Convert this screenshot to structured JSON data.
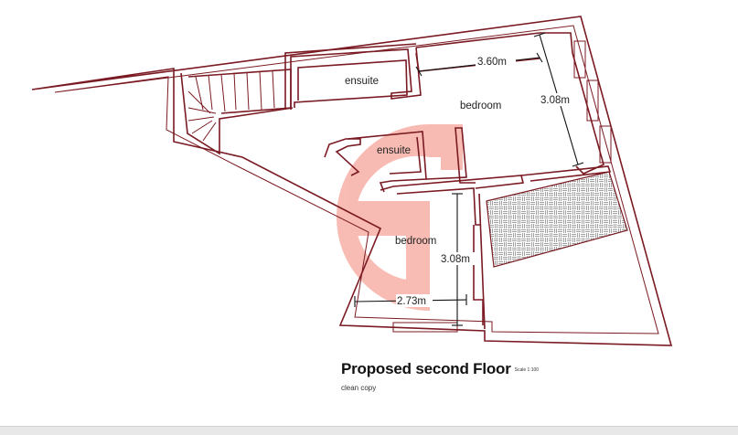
{
  "plan": {
    "rooms": {
      "ensuite_top": "ensuite",
      "ensuite_mid": "ensuite",
      "bedroom_top": "bedroom",
      "bedroom_bottom": "bedroom"
    },
    "dimensions": {
      "top_width": "3.60m",
      "top_height": "3.08m",
      "bottom_height": "3.08m",
      "bottom_width": "2.73m"
    },
    "colors": {
      "wall": "#7a1a22",
      "watermark": "#f5a69e",
      "hatch": "#8a8a8a"
    }
  },
  "caption": {
    "title": "Proposed second Floor",
    "scale": "Scale 1:100",
    "subtitle": "clean copy"
  }
}
